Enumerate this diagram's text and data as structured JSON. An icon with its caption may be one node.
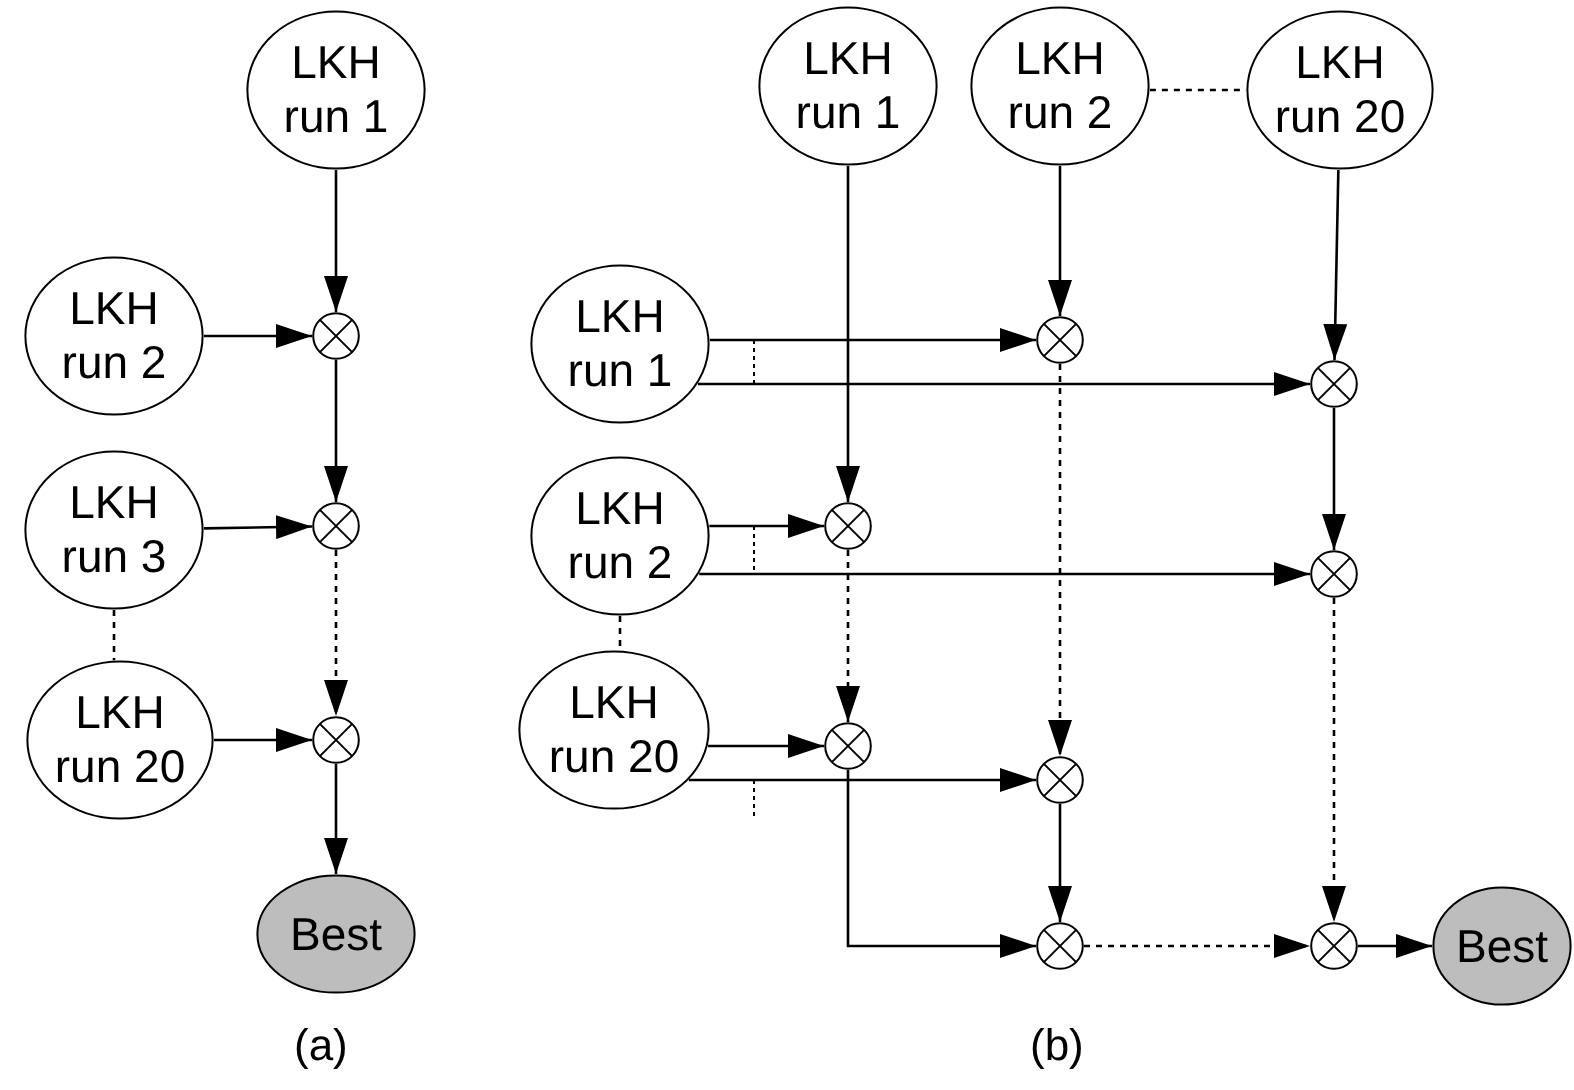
{
  "diagram": {
    "nodes": [
      {
        "text": [
          "LKH run 1"
        ]
      },
      {
        "text": [
          "LKH run 2"
        ]
      },
      {
        "text": [],
        "shape": "circle"
      },
      {
        "text": [
          "LKH run 3"
        ]
      },
      {
        "text": [],
        "shape": "circle"
      },
      {
        "text": [
          "LKH run 20"
        ]
      },
      {
        "text": [],
        "shape": "circle"
      },
      {
        "text": [
          "Best"
        ]
      },
      {
        "text": [
          "LKH run 1"
        ]
      },
      {
        "text": [
          "LKH run 2"
        ]
      },
      {
        "text": [
          "LKH run 20"
        ]
      },
      {
        "text": [
          "LKH run 1"
        ]
      },
      {
        "text": [],
        "shape": "circle"
      },
      {
        "text": [],
        "shape": "circle"
      },
      {
        "text": [
          "LKH run 2"
        ]
      },
      {
        "text": [],
        "shape": "circle"
      },
      {
        "text": [],
        "shape": "circle"
      },
      {
        "text": [
          "LKH run 20"
        ]
      },
      {
        "text": [],
        "shape": "circle"
      },
      {
        "text": [],
        "shape": "circle"
      },
      {
        "text": [],
        "shape": "circle"
      },
      {
        "text": [],
        "shape": "circle"
      },
      {
        "text": [
          "Best"
        ]
      }
    ],
    "edges": [
      {
        "from": 0,
        "to": 2,
        "arrow": "to"
      },
      {
        "from": 1,
        "to": 2,
        "arrow": "to"
      },
      {
        "from": 2,
        "to": 4,
        "arrow": "to"
      },
      {
        "from": 3,
        "to": 4,
        "arrow": "to"
      },
      {
        "from": 4,
        "to": 6,
        "arrow": "to",
        "style": "dashed"
      },
      {
        "from": 5,
        "to": 6,
        "arrow": "to"
      },
      {
        "from": 6,
        "to": 7,
        "arrow": "to"
      },
      {
        "from": 3,
        "to": 5,
        "arrow": "none",
        "style": "dashed"
      },
      {
        "from": 9,
        "to": 10,
        "arrow": "none",
        "style": "dashed"
      },
      {
        "from": 14,
        "to": 17,
        "arrow": "none",
        "style": "dashed"
      },
      {
        "from": 11,
        "to": 12,
        "arrow": "to"
      },
      {
        "from": 11,
        "to": 13,
        "arrow": "to"
      },
      {
        "from": 9,
        "to": 12,
        "arrow": "to"
      },
      {
        "from": 10,
        "to": 13,
        "arrow": "to"
      },
      {
        "from": 8,
        "to": 15,
        "arrow": "to"
      },
      {
        "from": 14,
        "to": 15,
        "arrow": "to"
      },
      {
        "from": 14,
        "to": 16,
        "arrow": "to"
      },
      {
        "from": 13,
        "to": 16,
        "arrow": "to"
      },
      {
        "from": 15,
        "to": 18,
        "arrow": "to",
        "style": "dashed"
      },
      {
        "from": 17,
        "to": 18,
        "arrow": "to"
      },
      {
        "from": 17,
        "to": 19,
        "arrow": "to"
      },
      {
        "from": 12,
        "to": 19,
        "arrow": "to",
        "style": "dashed"
      },
      {
        "from": 16,
        "to": 21,
        "arrow": "to",
        "style": "dashed"
      },
      {
        "from": 18,
        "to": 20,
        "arrow": "to"
      },
      {
        "from": 19,
        "to": 20,
        "arrow": "to"
      },
      {
        "from": 20,
        "to": 21,
        "arrow": "to",
        "style": "dashed"
      },
      {
        "from": 21,
        "to": 22,
        "arrow": "to"
      }
    ],
    "labels": [
      "(a)",
      "(b)"
    ]
  }
}
